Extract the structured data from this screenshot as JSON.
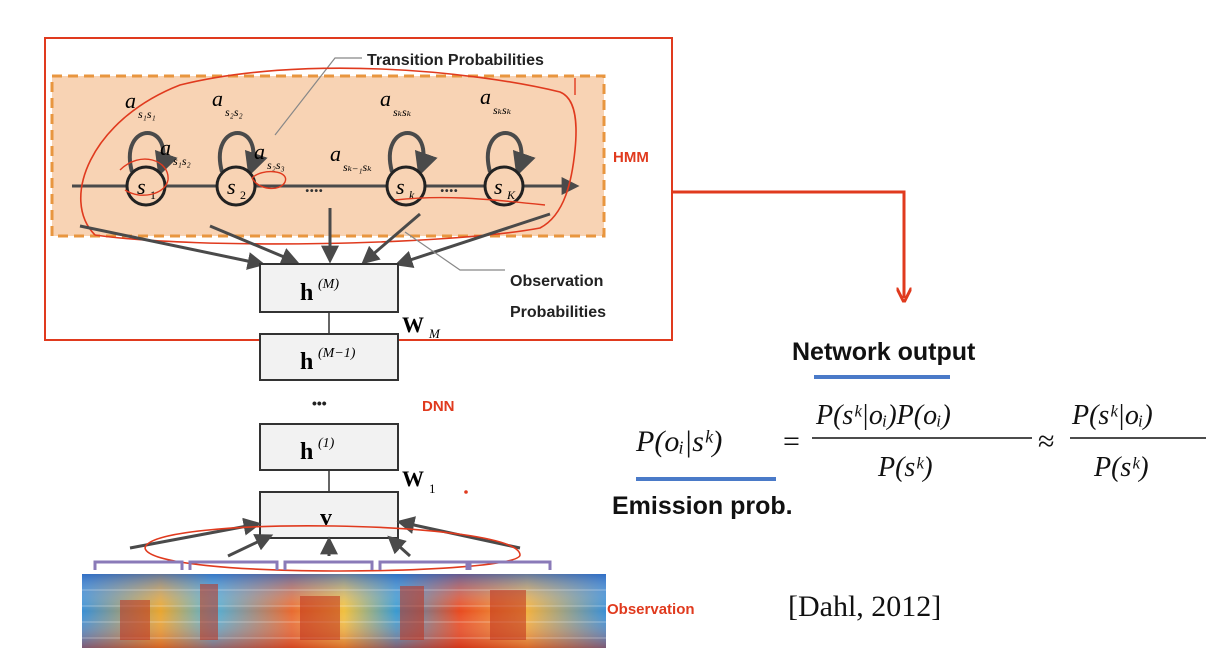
{
  "hmm": {
    "transition_label": "Transition Probabilities",
    "observation_label_1": "Observation",
    "observation_label_2": "Probabilities",
    "tag": "HMM",
    "states": [
      "s",
      "s",
      "s",
      "s"
    ],
    "state_subs": [
      "1",
      "2",
      "k",
      "K"
    ],
    "dots": "....",
    "self_loops": [
      {
        "a": "a",
        "sub": "s₁s₁"
      },
      {
        "a": "a",
        "sub": "s₂s₂"
      },
      {
        "a": "a",
        "sub": "sₖsₖ"
      },
      {
        "a": "a",
        "sub": "sₖsₖ"
      }
    ],
    "forward": [
      {
        "a": "a",
        "sub": "s₁s₂"
      },
      {
        "a": "a",
        "sub": "s₂s₃"
      },
      {
        "a": "a",
        "sub": "sₖ₋₁sₖ"
      }
    ]
  },
  "dnn": {
    "tag": "DNN",
    "layers": [
      {
        "h": "h",
        "sup": "(M)"
      },
      {
        "h": "h",
        "sup": "(M−1)"
      },
      {
        "h": "h",
        "sup": "(1)"
      }
    ],
    "ellipsis": "•••",
    "input": "v",
    "weights": [
      {
        "w": "W",
        "sub": "M"
      },
      {
        "w": "W",
        "sub": "1"
      }
    ]
  },
  "observation": {
    "tag": "Observation"
  },
  "formula": {
    "network_output": "Network output",
    "emission": "Emission prob.",
    "lhs": "P(oᵢ|sᵏ)",
    "eq": "=",
    "num1": "P(sᵏ|oᵢ)P(oᵢ)",
    "den1": "P(sᵏ)",
    "approx": "≈",
    "num2": "P(sᵏ|oᵢ)",
    "den2": "P(sᵏ)"
  },
  "citation": "[Dahl, 2012]",
  "colors": {
    "red": "#e03a1e",
    "orange_fill": "#f8d3b4",
    "orange_border": "#e8963f",
    "blue_underline": "#4a7ac8",
    "dark": "#3a3a3a"
  }
}
